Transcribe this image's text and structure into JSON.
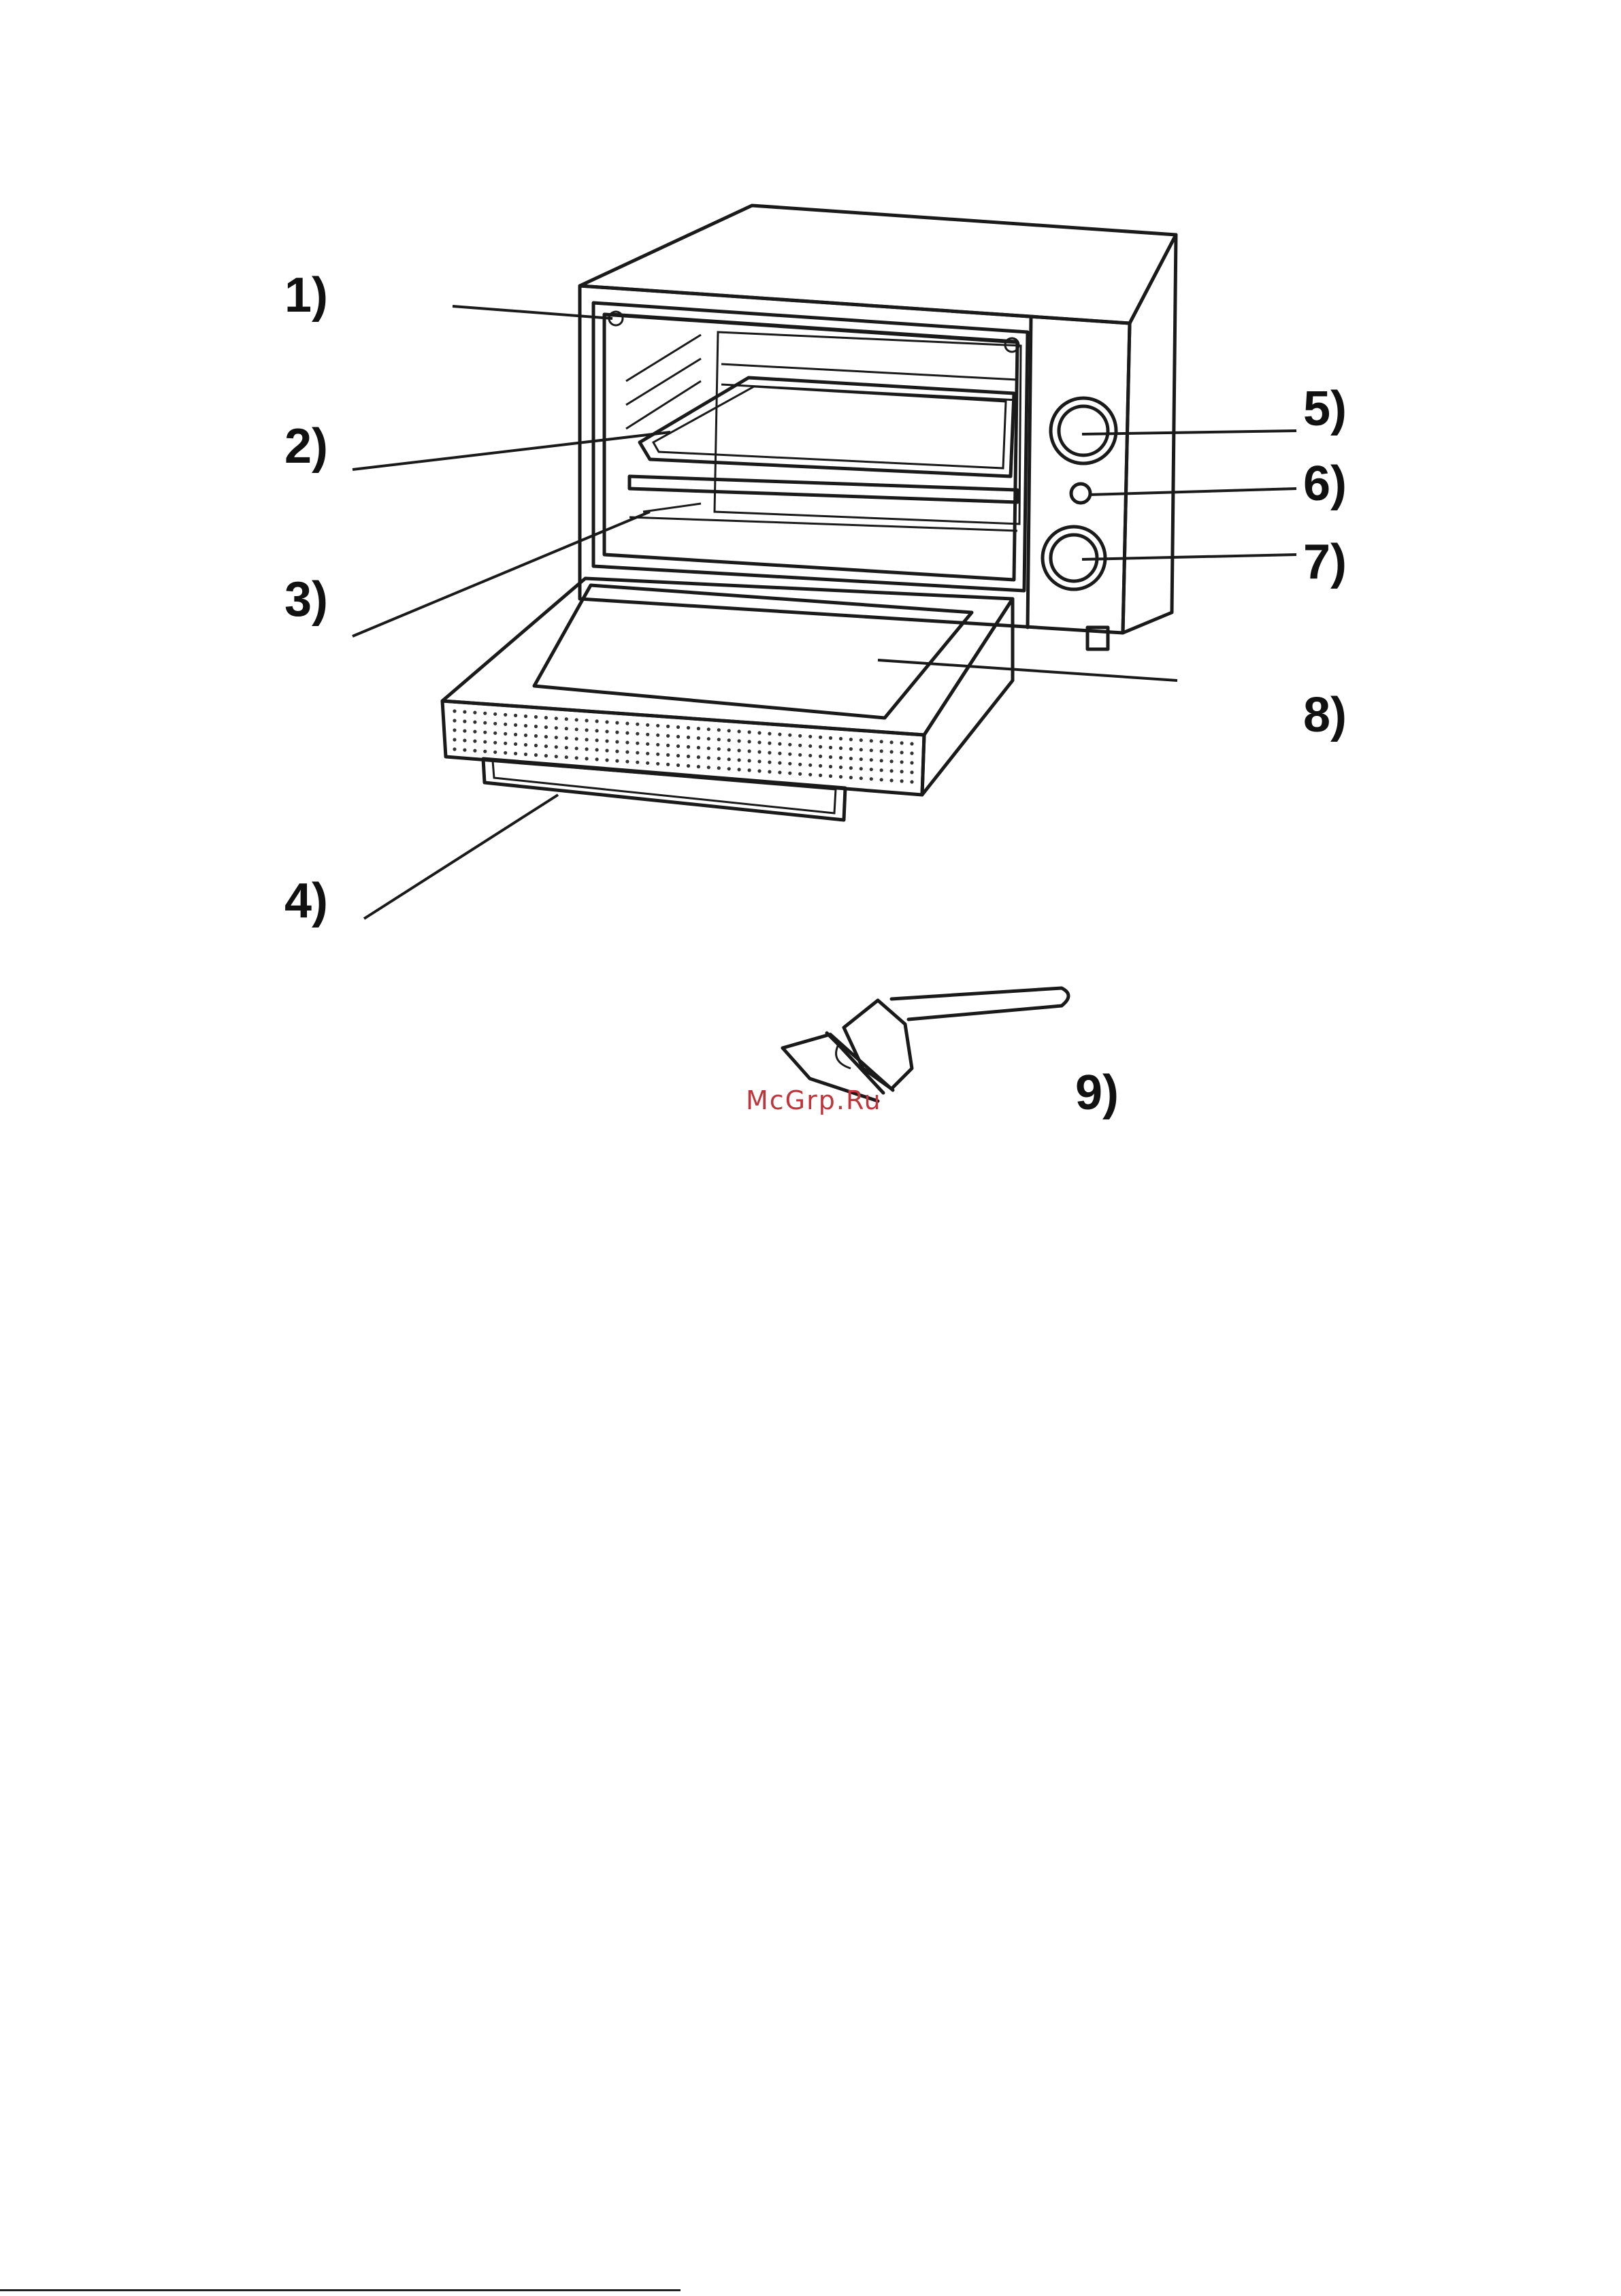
{
  "callouts": [
    {
      "id": "1",
      "text": "1)"
    },
    {
      "id": "2",
      "text": "2)"
    },
    {
      "id": "3",
      "text": "3)"
    },
    {
      "id": "4",
      "text": "4)"
    },
    {
      "id": "5",
      "text": "5)"
    },
    {
      "id": "6",
      "text": "6)"
    },
    {
      "id": "7",
      "text": "7)"
    },
    {
      "id": "8",
      "text": "8)"
    },
    {
      "id": "9",
      "text": "9)"
    }
  ],
  "watermark": "McGrp.Ru",
  "colors": {
    "line": "#1a1a1a",
    "watermark": "#c0343c",
    "background": "#ffffff"
  }
}
